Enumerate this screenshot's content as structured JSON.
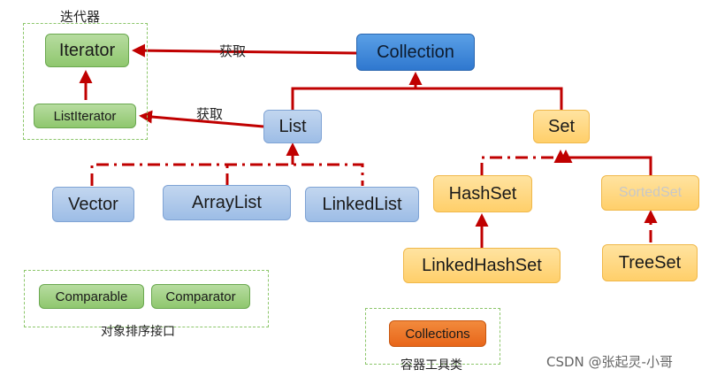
{
  "groups": {
    "iterator_group_title": "迭代器",
    "compare_group_title": "对象排序接口",
    "collections_group_title": "容器工具类"
  },
  "edge_labels": {
    "collection_to_iterator": "获取",
    "list_to_listiterator": "获取"
  },
  "nodes": {
    "iterator": "Iterator",
    "listiterator": "ListIterator",
    "collection": "Collection",
    "list": "List",
    "set": "Set",
    "vector": "Vector",
    "arraylist": "ArrayList",
    "linkedlist": "LinkedList",
    "hashset": "HashSet",
    "sortedset": "SortedSet",
    "linkedhashset": "LinkedHashSet",
    "treeset": "TreeSet",
    "comparable": "Comparable",
    "comparator": "Comparator",
    "collections": "Collections"
  },
  "watermark": "CSDN @张起灵-小哥",
  "colors": {
    "arrow": "#c00000",
    "interface_green": "#8fc76e",
    "list_blue": "#9dbde6",
    "collection_blue": "#2f78cf",
    "set_orange": "#ffcf6a",
    "utility_orange": "#e8661a",
    "group_border": "#8cc66a"
  }
}
